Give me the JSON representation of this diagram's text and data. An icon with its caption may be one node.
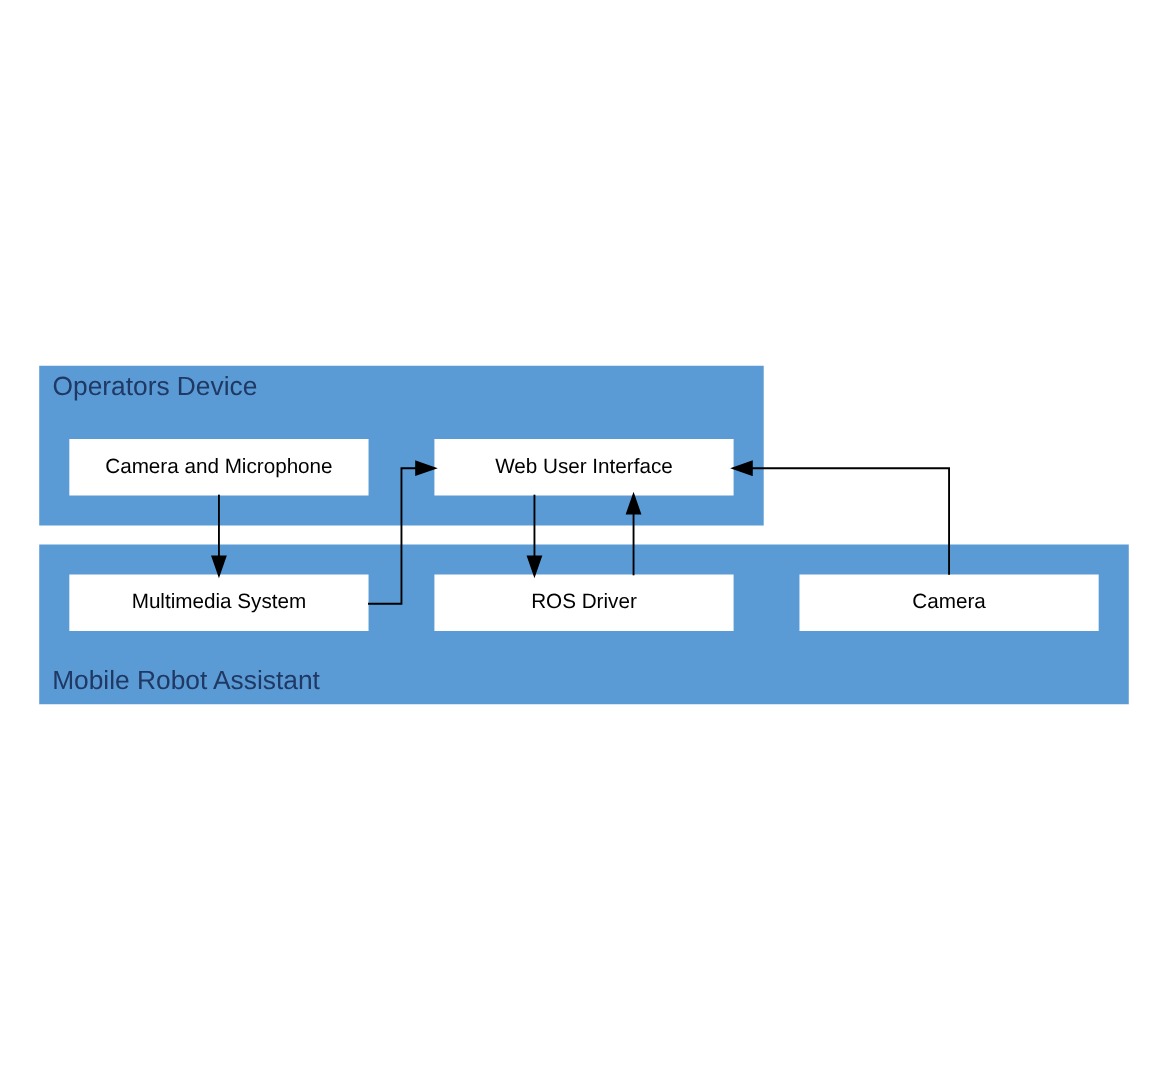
{
  "diagram": {
    "nodes": [
      {
        "text": [
          "Operators Device"
        ]
      },
      {
        "text": [
          "Web User Interface"
        ],
        "in": 0
      },
      {
        "text": [
          "Camera and Microphone"
        ],
        "in": 0
      },
      {
        "text": [
          "Mobile Robot Assistant"
        ]
      },
      {
        "text": [
          "Camera"
        ],
        "in": 3
      },
      {
        "text": [
          "ROS Driver"
        ],
        "in": 3
      },
      {
        "text": [
          "Multimedia System"
        ],
        "in": 3
      }
    ],
    "edges": [
      {
        "from": 1,
        "to": 5,
        "arrow": "to"
      },
      {
        "from": 2,
        "to": 6,
        "arrow": "to"
      },
      {
        "from": 4,
        "to": 1,
        "arrow": "to"
      },
      {
        "from": 5,
        "to": 1,
        "arrow": "to"
      },
      {
        "from": 6,
        "to": 1,
        "arrow": "to"
      }
    ]
  }
}
